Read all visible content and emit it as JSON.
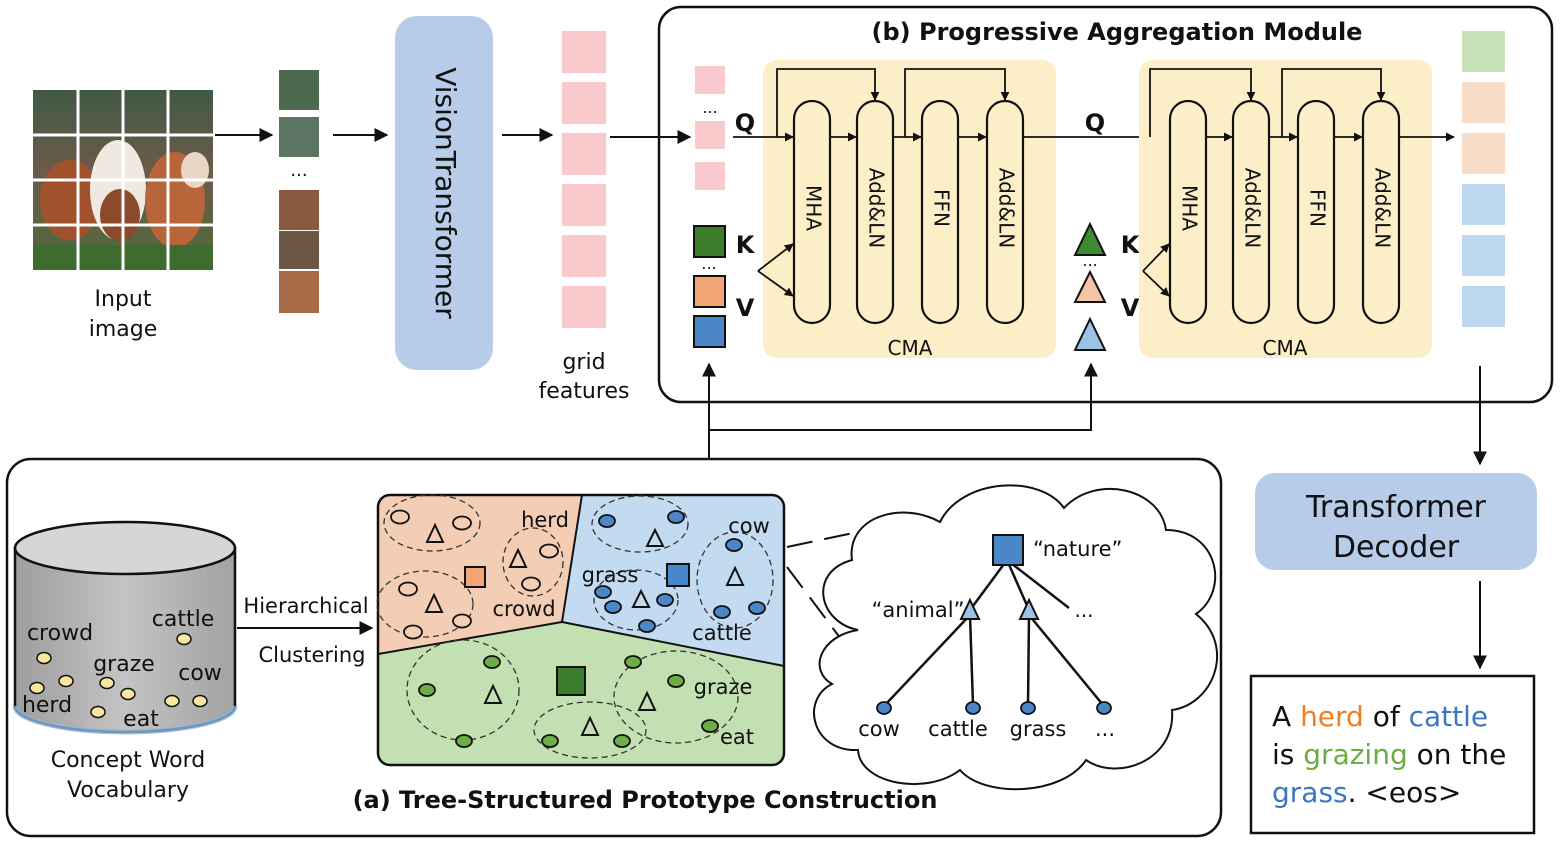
{
  "input": {
    "label_line1": "Input",
    "label_line2": "image",
    "ellipsis": "..."
  },
  "vit": {
    "label": "VisionTransformer"
  },
  "grid": {
    "label_line1": "grid",
    "label_line2": "features"
  },
  "pam": {
    "title": "(b) Progressive Aggregation Module",
    "q_label": "Q",
    "k_label": "K",
    "v_label": "V",
    "ellipsis": "...",
    "cma_label": "CMA",
    "blocks": [
      "MHA",
      "Add&LN",
      "FFN",
      "Add&LN"
    ]
  },
  "decoder": {
    "label_line1": "Transformer",
    "label_line2": "Decoder"
  },
  "caption": {
    "line1": [
      "A ",
      "herd",
      " of ",
      "cattle"
    ],
    "line2": [
      "is ",
      "grazing",
      " on the"
    ],
    "line3": [
      "grass",
      ". <eos>"
    ]
  },
  "tree_module": {
    "title": "(a) Tree-Structured Prototype Construction",
    "vocab_label_line1": "Concept Word",
    "vocab_label_line2": "Vocabulary",
    "vocab_words": [
      "crowd",
      "cattle",
      "graze",
      "cow",
      "herd",
      "eat"
    ],
    "clustering_line1": "Hierarchical",
    "clustering_line2": "Clustering",
    "region_words": [
      "herd",
      "crowd",
      "cow",
      "grass",
      "cattle",
      "graze",
      "eat"
    ],
    "tree_root": "“nature”",
    "tree_mid": "“animal”",
    "tree_mid_ellipsis": "...",
    "tree_leaves": [
      "cow",
      "cattle",
      "grass",
      "..."
    ]
  },
  "colors": {
    "pink": "#f9c9cc",
    "peach": "#f7dcc8",
    "green_block": "#c8e3b8",
    "blue_block": "#bdd7ee",
    "vit_fill": "#b7cce9",
    "cma_fill": "#fcefc8",
    "region_orange": "#f4cdb5",
    "region_blue": "#c3dbf0",
    "region_green": "#c3e0b2",
    "dark_green": "#3b7d2a",
    "proto_orange": "#f2a677",
    "proto_blue": "#4a86c8",
    "tri_green": "#3e8a2e",
    "tri_peach": "#f5c6a6",
    "tri_blue": "#9cc3e6",
    "text_orange": "#f07f22",
    "text_blue": "#3b78c2",
    "text_green": "#6cae45",
    "vocab_fill": "#b9b9b9",
    "dot_yellow": "#fbe6a0"
  },
  "icons": {
    "key_square": "green-square-icon",
    "value_square": "blue-square-icon",
    "prototype": "triangle-icon",
    "photo": "cow-photo-icon"
  }
}
